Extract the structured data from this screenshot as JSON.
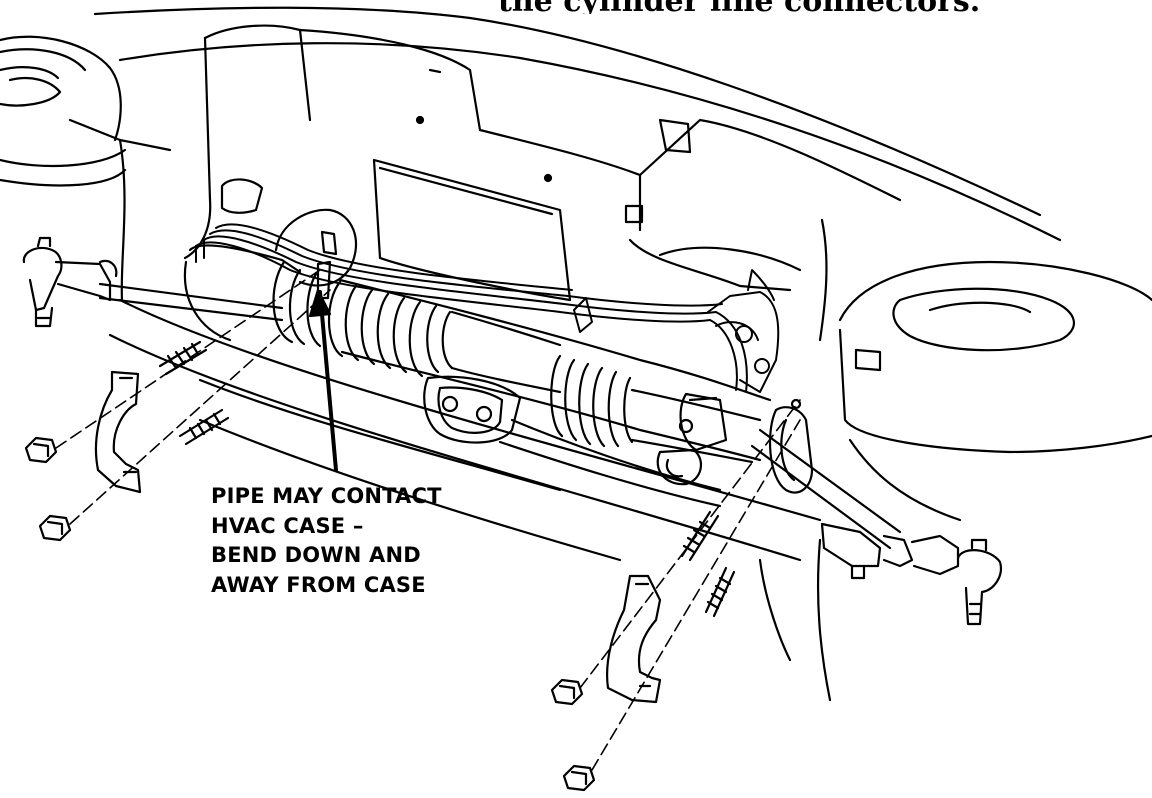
{
  "heading": {
    "partial_text": "the cylinder line connectors."
  },
  "callout": {
    "lines": [
      "PIPE MAY CONTACT",
      "HVAC CASE –",
      "BEND DOWN AND",
      "AWAY FROM CASE"
    ]
  },
  "style": {
    "ink": "#000000",
    "paper": "#ffffff"
  }
}
